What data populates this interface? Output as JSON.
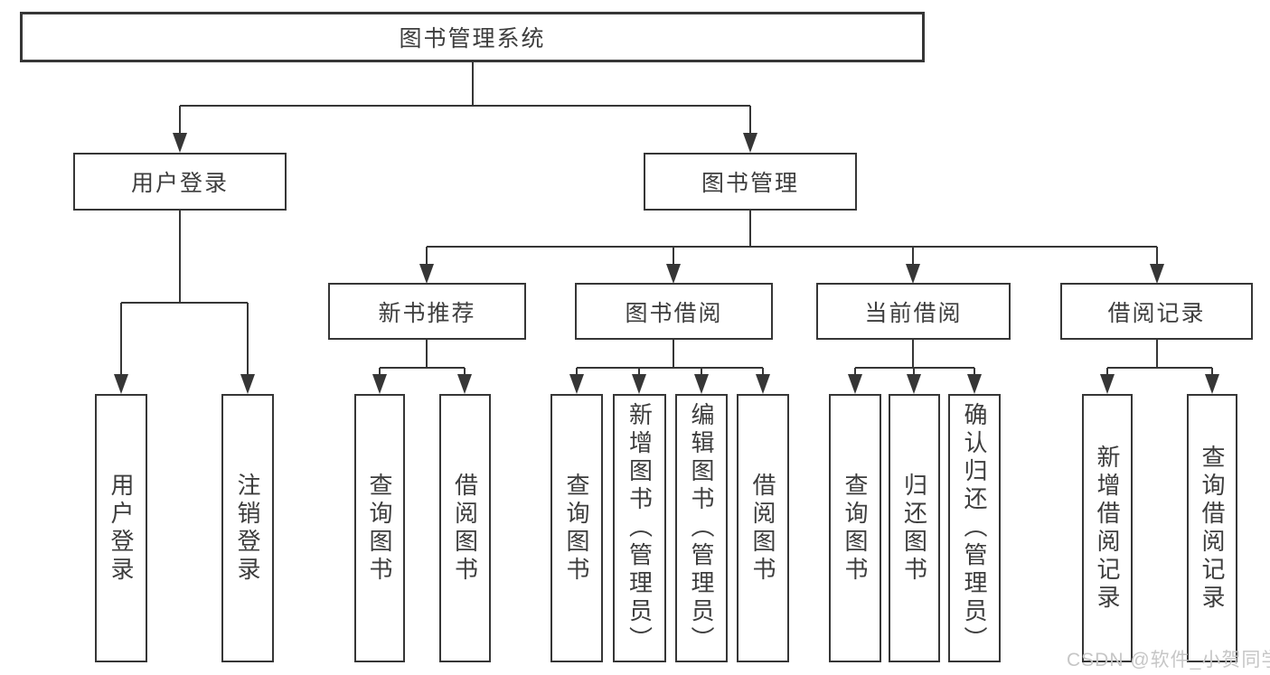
{
  "diagram": {
    "root": {
      "label": "图书管理系统"
    },
    "level2": {
      "user_login": {
        "label": "用户登录"
      },
      "book_mgmt": {
        "label": "图书管理"
      }
    },
    "level3": {
      "new_book": {
        "label": "新书推荐"
      },
      "book_borrow": {
        "label": "图书借阅"
      },
      "current_borrow": {
        "label": "当前借阅"
      },
      "borrow_record": {
        "label": "借阅记录"
      }
    },
    "leaves": {
      "user_login_1": "用户登录",
      "user_login_2": "注销登录",
      "new_book_1": "查询图书",
      "new_book_2": "借阅图书",
      "book_borrow_1": "查询图书",
      "book_borrow_2": "新增图书（管理员）",
      "book_borrow_3": "编辑图书（管理员）",
      "book_borrow_4": "借阅图书",
      "current_borrow_1": "查询图书",
      "current_borrow_2": "归还图书",
      "current_borrow_3": "确认归还（管理员）",
      "borrow_record_1": "新增借阅记录",
      "borrow_record_2": "查询借阅记录"
    }
  },
  "watermark": "CSDN @软件_小贺同学",
  "colors": {
    "line": "#363636",
    "box_border": "#363636",
    "text": "#3d3d3d",
    "watermark": "#c6c6c6",
    "background": "#ffffff"
  }
}
